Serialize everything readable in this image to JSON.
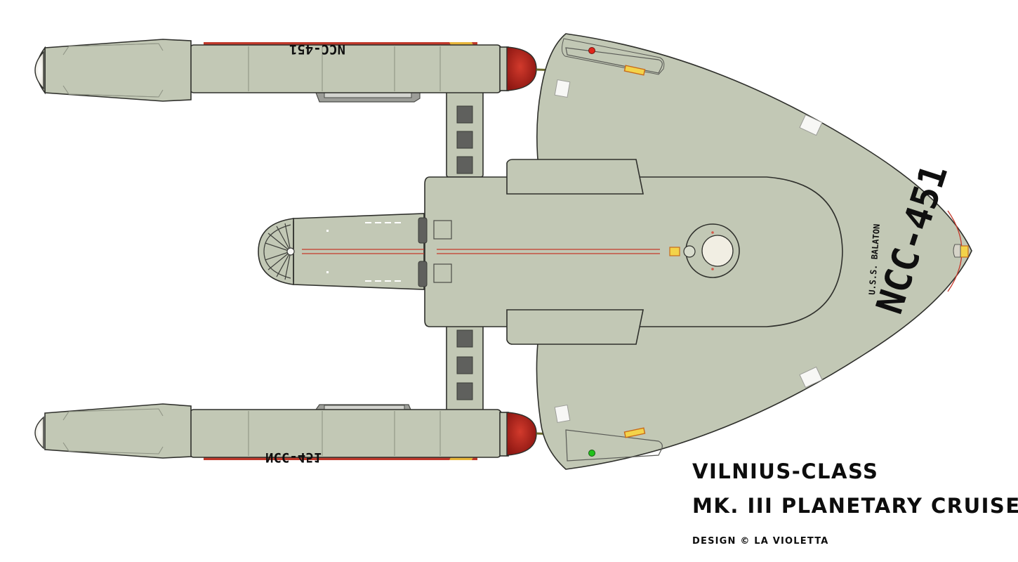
{
  "ship": {
    "registry": "NCC-451",
    "name": "U.S.S. BALATON",
    "nacelle_registry": "NCC-451"
  },
  "caption": {
    "line1": "VILNIUS-CLASS",
    "line2": "MK. III PLANETARY CRUISER",
    "credit": "DESIGN © LA VIOLETTA"
  },
  "colors": {
    "hull": "#c2c8b5",
    "outline": "#2f302c",
    "bussard": "#b4251c",
    "accent_red": "#c53a2b",
    "light_yellow": "#f3d34a",
    "nav_red": "#e0251b",
    "nav_green": "#21c21b",
    "window": "#5f605d"
  }
}
